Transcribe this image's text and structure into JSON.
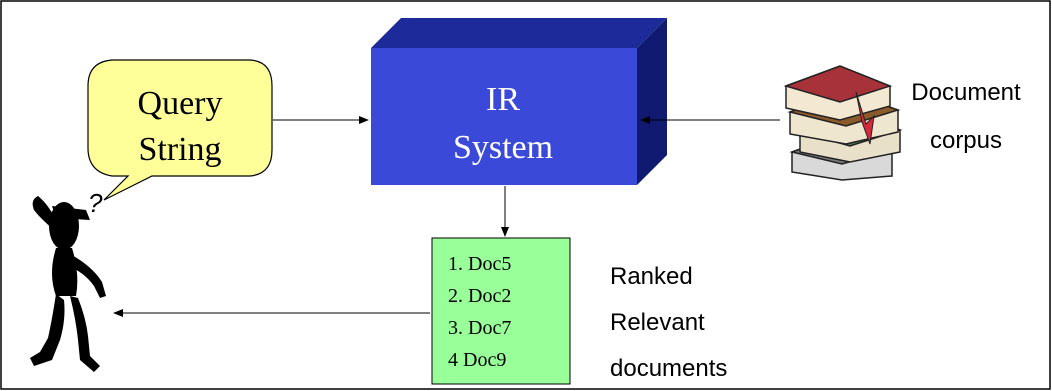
{
  "query_bubble": {
    "line1": "Query",
    "line2": "String",
    "fill": "#ffff99"
  },
  "ir_system": {
    "line1": "IR",
    "line2": "System",
    "front_color": "#3a49d8",
    "top_color": "#1d2a9a",
    "side_color": "#0f1a70",
    "text_color": "#ffffff"
  },
  "corpus_label": {
    "line1": "Document",
    "line2": "corpus"
  },
  "results_box": {
    "fill": "#99ff99",
    "items": [
      "1. Doc5",
      "2. Doc2",
      "3. Doc7",
      "4  Doc9"
    ]
  },
  "results_label": {
    "line1": "Ranked",
    "line2": "Relevant",
    "line3": "documents"
  },
  "question_mark": "?",
  "icons": {
    "books": "book-stack-icon",
    "user": "thinking-person-icon"
  }
}
